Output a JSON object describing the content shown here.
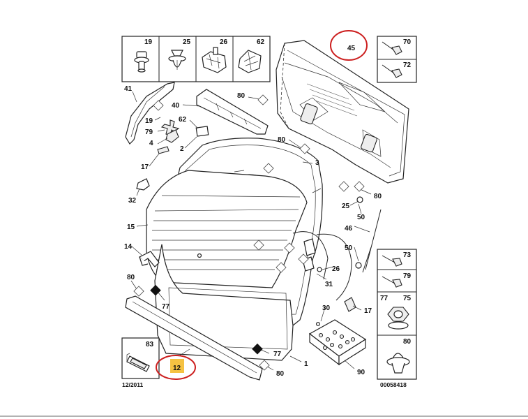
{
  "colors": {
    "highlight_circle": "#cc1f1f",
    "highlight_fill": "#f5c242",
    "stroke": "#222222"
  },
  "footer": {
    "date": "12/2011",
    "ref": "00058418"
  },
  "callouts": {
    "p19": "19",
    "p25": "25",
    "p26": "26",
    "p62": "62",
    "p70": "70",
    "p72": "72",
    "p73": "73",
    "p79": "79",
    "p77": "77",
    "p75": "75",
    "p80": "80",
    "p83": "83",
    "p12": "12",
    "p41": "41",
    "p40": "40",
    "p62b": "62",
    "p19b": "19",
    "p79b": "79",
    "p4": "4",
    "p2": "2",
    "p17": "17",
    "p32": "32",
    "p15": "15",
    "p14": "14",
    "p80a": "80",
    "p77a": "77",
    "p80b": "80",
    "p45": "45",
    "p80c": "80",
    "p3": "3",
    "p80d": "80",
    "p25b": "25",
    "p50": "50",
    "p46": "46",
    "p50b": "50",
    "p26b": "26",
    "p31": "31",
    "p30": "30",
    "p17b": "17",
    "p1": "1",
    "p77b": "77",
    "p80e": "80",
    "p90": "90"
  }
}
